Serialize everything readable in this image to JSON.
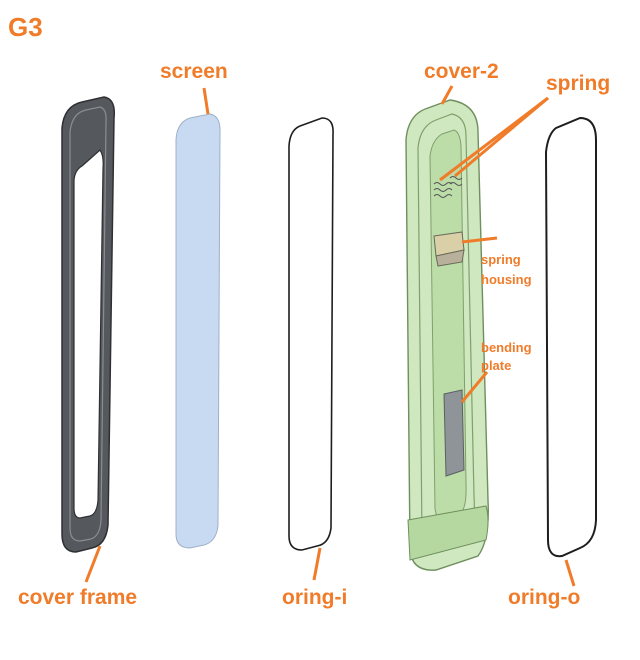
{
  "figure": {
    "title": "G3",
    "label_color": "#f07c2a",
    "labels": {
      "screen": "screen",
      "cover2": "cover-2",
      "spring": "spring",
      "spring_housing_1": "spring",
      "spring_housing_2": "housing",
      "bending_plate_1": "bending",
      "bending_plate_2": "plate",
      "cover_frame": "cover frame",
      "oring_i": "oring-i",
      "oring_o": "oring-o"
    },
    "colors": {
      "frame_dark": "#55585c",
      "screen_fill": "#c8d9f2",
      "cover_green": "#cfe8bf",
      "cover_green_dark": "#a9cf92"
    }
  }
}
